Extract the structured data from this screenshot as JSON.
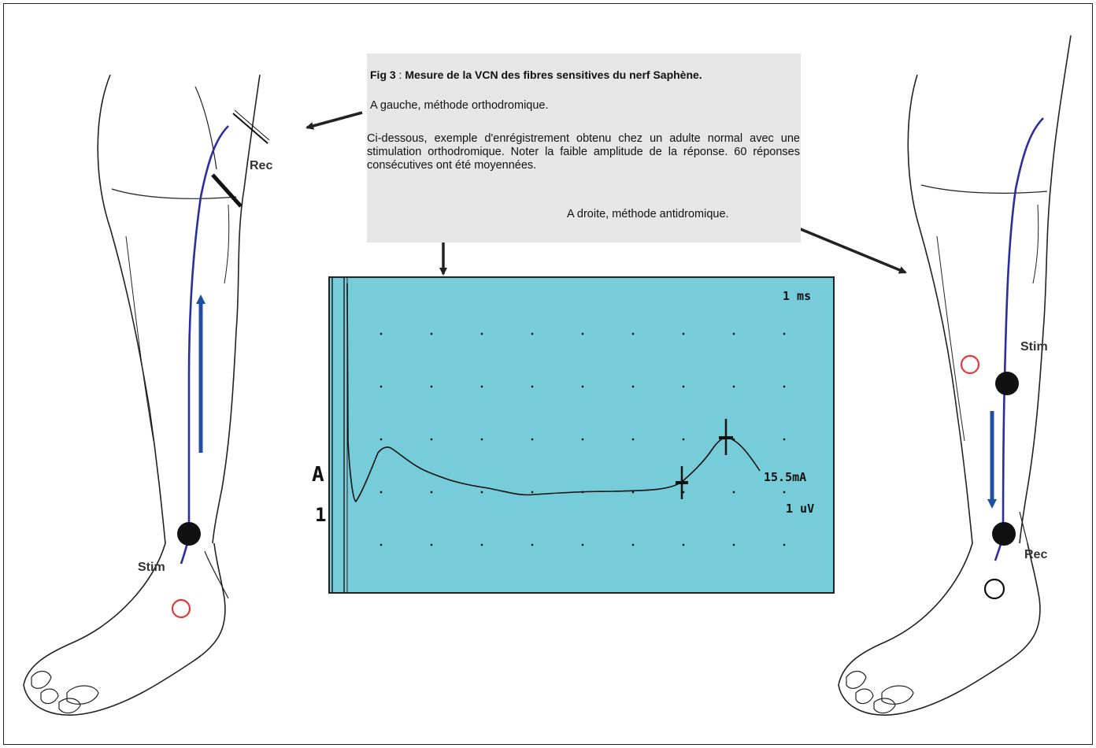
{
  "caption": {
    "fig_label": "Fig 3",
    "fig_sep": " : ",
    "title": "Mesure de la VCN des fibres sensitives du nerf Saphène.",
    "left_method": "A gauche, méthode orthodromique.",
    "paragraph": "Ci-dessous, exemple d'enrégistrement obtenu chez un adulte normal avec une stimulation orthodromique. Noter la faible amplitude de la réponse. 60 réponses consécutives ont été moyennées.",
    "right_method": "A droite, méthode antidromique."
  },
  "left_leg": {
    "rec_label": "Rec",
    "stim_label": "Stim"
  },
  "right_leg": {
    "rec_label": "Rec",
    "stim_label": "Stim"
  },
  "recording": {
    "time_scale": "1 ms",
    "stim_intensity": "15.5mA",
    "amplitude_scale": "1 uV",
    "channel_label": "A",
    "channel_number": "1"
  },
  "colors": {
    "screen": "#76ccd8",
    "nerve": "#2b2f9e",
    "arrow_blue": "#1f4fa3",
    "ring_red": "#e03a3a",
    "caption_bg": "#e6e6e6"
  }
}
